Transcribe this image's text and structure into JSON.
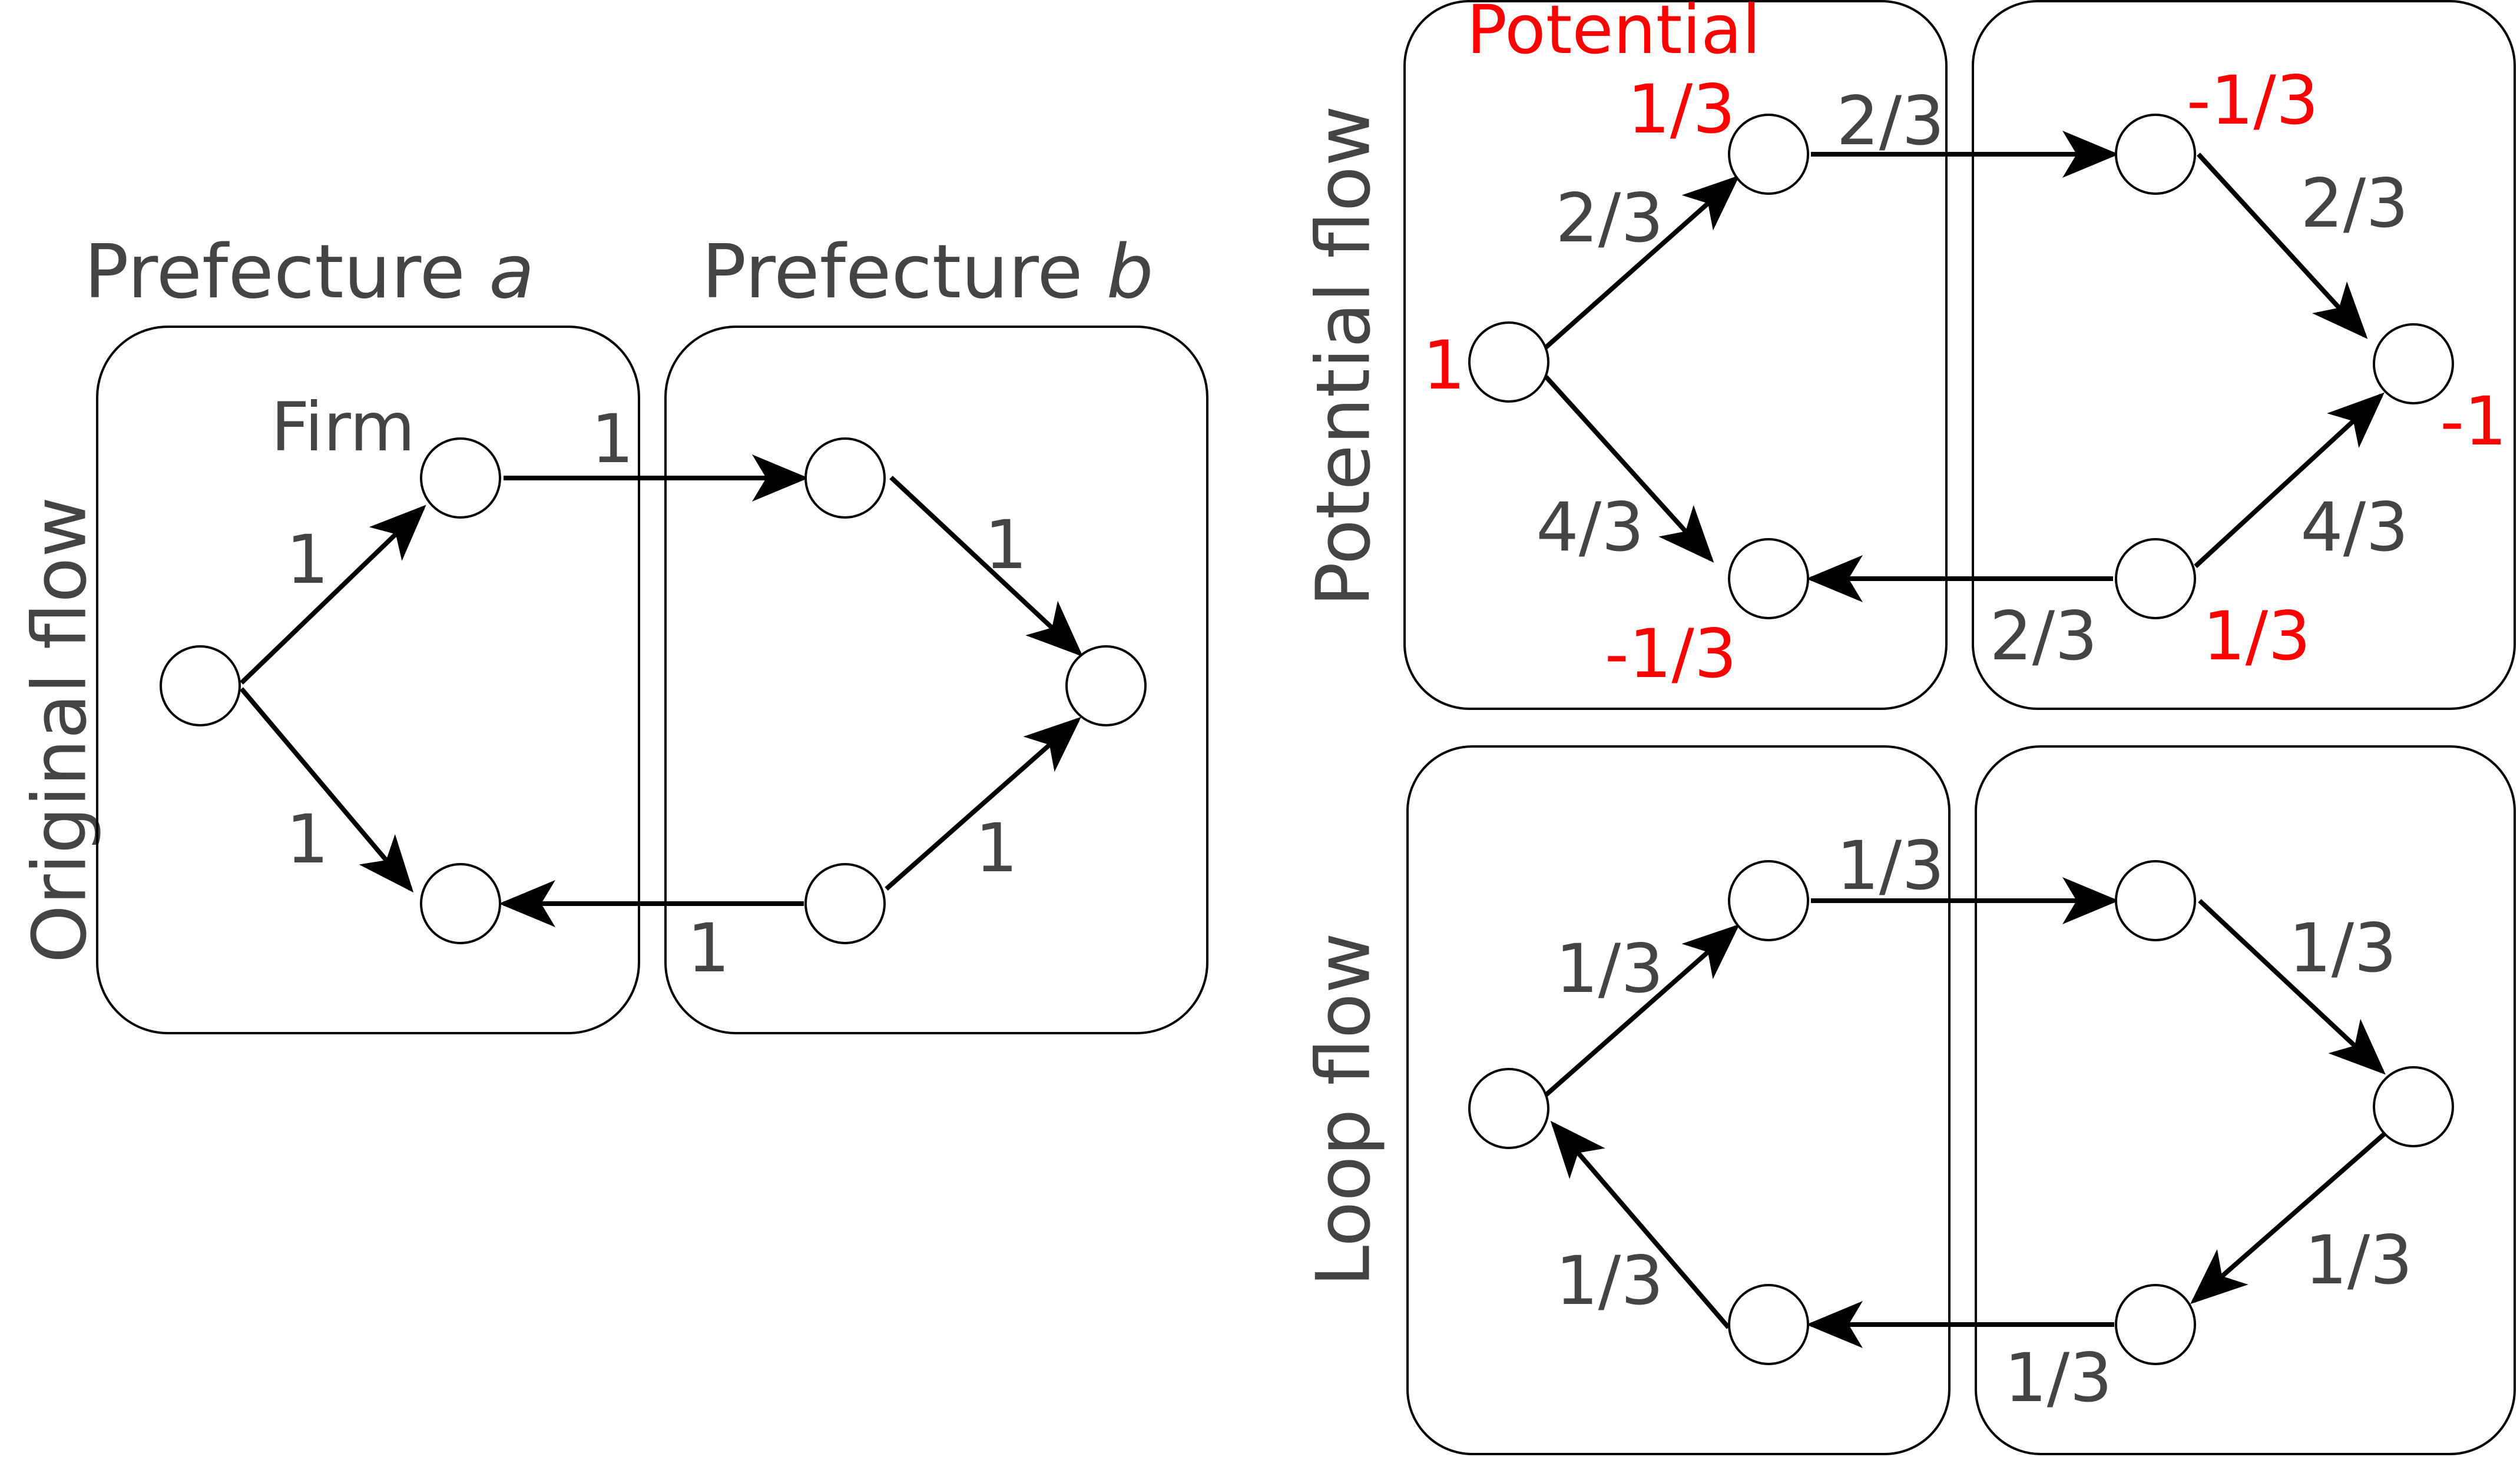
{
  "colors": {
    "text": "#444444",
    "potential": "#ff0000",
    "stroke": "#000000"
  },
  "original": {
    "title": "Original flow",
    "prefecture_a_prefix": "Prefecture ",
    "prefecture_a_italic": "a",
    "prefecture_b_prefix": "Prefecture ",
    "prefecture_b_italic": "b",
    "firm_label": "Firm",
    "edges": {
      "e1": "1",
      "e2": "1",
      "e3": "1",
      "e4": "1",
      "e5": "1",
      "e6": "1"
    }
  },
  "potential": {
    "title": "Potential flow",
    "heading": "Potential",
    "edges": {
      "e1": "2/3",
      "e2": "4/3",
      "e3": "2/3",
      "e4": "2/3",
      "e5": "4/3",
      "e6": "2/3"
    },
    "values": {
      "n1": "1",
      "n2": "1/3",
      "n3": "-1/3",
      "n4": "-1/3",
      "n5": "-1",
      "n6": "1/3"
    }
  },
  "loop": {
    "title": "Loop flow",
    "edges": {
      "e1": "1/3",
      "e2": "1/3",
      "e3": "1/3",
      "e4": "1/3",
      "e5": "1/3",
      "e6": "1/3"
    }
  }
}
